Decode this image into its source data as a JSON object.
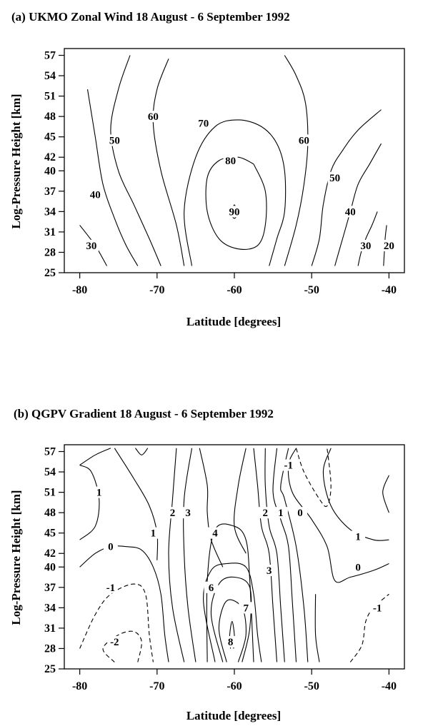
{
  "chart_data": [
    {
      "type": "contour",
      "title": "(a)  UKMO Zonal Wind   18 August - 6 September 1992",
      "xlabel": "Latitude [degrees]",
      "ylabel": "Log-Pressure Height [km]",
      "xlim": [
        -82,
        -38
      ],
      "ylim": [
        25,
        58
      ],
      "xticks": [
        "-80",
        "-70",
        "-60",
        "-50",
        "-40"
      ],
      "yticks": [
        "25",
        "28",
        "31",
        "34",
        "37",
        "40",
        "42",
        "45",
        "48",
        "51",
        "54",
        "57"
      ],
      "contour_labels": [
        {
          "text": "60",
          "lat": -70.5,
          "z": 48
        },
        {
          "text": "70",
          "lat": -64,
          "z": 47
        },
        {
          "text": "50",
          "lat": -75.5,
          "z": 44.5
        },
        {
          "text": "60",
          "lat": -51,
          "z": 44.5
        },
        {
          "text": "80",
          "lat": -60.5,
          "z": 41.5
        },
        {
          "text": "50",
          "lat": -47,
          "z": 39
        },
        {
          "text": "40",
          "lat": -78,
          "z": 36.5
        },
        {
          "text": "90",
          "lat": -60,
          "z": 34
        },
        {
          "text": "40",
          "lat": -45,
          "z": 34
        },
        {
          "text": "30",
          "lat": -78.5,
          "z": 29
        },
        {
          "text": "30",
          "lat": -43,
          "z": 29
        },
        {
          "text": "20",
          "lat": -40,
          "z": 29
        }
      ],
      "contours": [
        {
          "level": 20,
          "lat": [
            -40.7,
            -40.6,
            -40.5,
            -40.3
          ],
          "z": [
            26,
            28,
            30,
            32
          ],
          "dashed": false
        },
        {
          "level": 30,
          "lat": [
            -80,
            -78,
            -76.5
          ],
          "z": [
            32,
            29,
            26
          ],
          "dashed": false
        },
        {
          "level": 30,
          "lat": [
            -44,
            -43.6,
            -43,
            -42.2,
            -41.5
          ],
          "z": [
            26,
            28,
            30,
            32,
            34
          ],
          "dashed": false
        },
        {
          "level": 40,
          "lat": [
            -79,
            -78,
            -77,
            -75.5,
            -74,
            -72.5
          ],
          "z": [
            52,
            45,
            38,
            33,
            29,
            26
          ],
          "dashed": false
        },
        {
          "level": 40,
          "lat": [
            -47,
            -46,
            -45,
            -44,
            -42.5,
            -41
          ],
          "z": [
            26,
            30,
            34,
            38,
            41,
            44
          ],
          "dashed": false
        },
        {
          "level": 50,
          "lat": [
            -73.5,
            -75,
            -76,
            -75,
            -73,
            -71,
            -69.5
          ],
          "z": [
            57,
            52,
            46,
            40,
            35,
            30,
            26
          ],
          "dashed": false
        },
        {
          "level": 50,
          "lat": [
            -50,
            -49,
            -48.5,
            -47.5,
            -46,
            -44,
            -41
          ],
          "z": [
            26,
            30,
            35,
            40,
            43,
            46,
            49
          ],
          "dashed": false
        },
        {
          "level": 60,
          "lat": [
            -68.5,
            -70,
            -70.5,
            -69.5,
            -67.5,
            -66.5
          ],
          "z": [
            56.5,
            52,
            47,
            40,
            32,
            26
          ],
          "dashed": false
        },
        {
          "level": 60,
          "lat": [
            -53.5,
            -52,
            -51,
            -50.5,
            -50.8,
            -52,
            -53.5
          ],
          "z": [
            26,
            32,
            38,
            44,
            50,
            54,
            57
          ],
          "dashed": false
        },
        {
          "level": 70,
          "lat": [
            -65.5,
            -66.5,
            -65,
            -62.5,
            -59.5,
            -56.5,
            -54.5,
            -53.5,
            -53.5,
            -54.5,
            -55.5
          ],
          "z": [
            26,
            34,
            42,
            46.5,
            47.5,
            46.5,
            44,
            40,
            34,
            30,
            26
          ],
          "dashed": false
        },
        {
          "level": 80,
          "lat": [
            -57.5,
            -59.5,
            -62,
            -63.5,
            -63.5,
            -62,
            -59.5,
            -57,
            -56,
            -56,
            -57.5
          ],
          "z": [
            41,
            42,
            41.5,
            39,
            34,
            30,
            28.5,
            29,
            32,
            37,
            41
          ],
          "dashed": false
        },
        {
          "level": 90,
          "lat": [
            -60,
            -60.5,
            -60,
            -59.5,
            -60
          ],
          "z": [
            35,
            34,
            33,
            34,
            35
          ],
          "dashed": false
        }
      ]
    },
    {
      "type": "contour",
      "title": "(b) QGPV Gradient   18 August - 6 September 1992",
      "xlabel": "Latitude [degrees]",
      "ylabel": "Log-Pressure Height [km]",
      "xlim": [
        -82,
        -38
      ],
      "ylim": [
        25,
        58
      ],
      "xticks": [
        "-80",
        "-70",
        "-60",
        "-50",
        "-40"
      ],
      "yticks": [
        "25",
        "28",
        "31",
        "34",
        "37",
        "40",
        "42",
        "45",
        "48",
        "51",
        "54",
        "57"
      ],
      "contour_labels": [
        {
          "text": "-1",
          "lat": -53,
          "z": 55
        },
        {
          "text": "1",
          "lat": -77.5,
          "z": 51
        },
        {
          "text": "2",
          "lat": -68,
          "z": 48
        },
        {
          "text": "3",
          "lat": -66,
          "z": 48
        },
        {
          "text": "2",
          "lat": -56,
          "z": 48
        },
        {
          "text": "1",
          "lat": -54,
          "z": 48
        },
        {
          "text": "0",
          "lat": -51.5,
          "z": 48
        },
        {
          "text": "1",
          "lat": -70.5,
          "z": 45
        },
        {
          "text": "4",
          "lat": -62.5,
          "z": 45
        },
        {
          "text": "1",
          "lat": -44,
          "z": 44.5
        },
        {
          "text": "0",
          "lat": -76,
          "z": 43
        },
        {
          "text": "3",
          "lat": -55.5,
          "z": 39.5
        },
        {
          "text": "0",
          "lat": -44,
          "z": 40
        },
        {
          "text": "6",
          "lat": -63,
          "z": 37
        },
        {
          "text": "-1",
          "lat": -76,
          "z": 37
        },
        {
          "text": "7",
          "lat": -58.5,
          "z": 34
        },
        {
          "text": "-1",
          "lat": -41.5,
          "z": 34
        },
        {
          "text": "-2",
          "lat": -75.5,
          "z": 29
        },
        {
          "text": "8",
          "lat": -60.5,
          "z": 29
        }
      ],
      "contours": [
        {
          "level": 1,
          "lat": [
            -80,
            -78,
            -76
          ],
          "z": [
            55,
            56.5,
            57.5
          ],
          "dashed": false
        },
        {
          "level": 1,
          "lat": [
            -72.8,
            -72,
            -71.2
          ],
          "z": [
            57.5,
            56.5,
            57.5
          ],
          "dashed": false
        },
        {
          "level": 1,
          "lat": [
            -80,
            -78,
            -77.5,
            -78.5,
            -80
          ],
          "z": [
            44,
            46,
            50,
            54,
            55
          ],
          "dashed": false
        },
        {
          "level": 1,
          "lat": [
            -75.5,
            -73,
            -71,
            -70,
            -70
          ],
          "z": [
            57.5,
            53,
            49,
            45,
            41
          ],
          "dashed": false
        },
        {
          "level": 0,
          "lat": [
            -80,
            -78,
            -76,
            -74,
            -72,
            -70.5,
            -69.5,
            -69,
            -68.5
          ],
          "z": [
            40,
            42,
            43,
            43,
            42.5,
            40,
            36,
            30,
            26
          ],
          "dashed": false
        },
        {
          "level": -1,
          "lat": [
            -80,
            -78,
            -76,
            -73,
            -71.5,
            -71,
            -70.5
          ],
          "z": [
            28,
            33,
            36,
            37.5,
            36,
            30,
            26
          ],
          "dashed": true
        },
        {
          "level": -2,
          "lat": [
            -75.5,
            -77,
            -75,
            -73,
            -72,
            -72.5
          ],
          "z": [
            26,
            28,
            30,
            30.5,
            29,
            26
          ],
          "dashed": true
        },
        {
          "level": 2,
          "lat": [
            -66.5,
            -68,
            -68.5,
            -68,
            -67.5
          ],
          "z": [
            26,
            34,
            42,
            50,
            57.5
          ],
          "dashed": false
        },
        {
          "level": 3,
          "lat": [
            -65,
            -66,
            -66.5,
            -66.5,
            -65.5
          ],
          "z": [
            26,
            34,
            42,
            50,
            57.5
          ],
          "dashed": false
        },
        {
          "level": 3,
          "lat": [
            -64.5,
            -63.5,
            -63.5,
            -63,
            -61.5
          ],
          "z": [
            57.5,
            52,
            48,
            44,
            40
          ],
          "dashed": false
        },
        {
          "level": 4,
          "lat": [
            -63.5,
            -63.5,
            -62.5,
            -60,
            -58.5,
            -58,
            -57.5
          ],
          "z": [
            26,
            38,
            45.5,
            46,
            44,
            38,
            26
          ],
          "dashed": false
        },
        {
          "level": 5,
          "lat": [
            -62.5,
            -64,
            -63,
            -61,
            -58.5,
            -57.5,
            -57,
            -56.5
          ],
          "z": [
            26,
            35,
            39.5,
            40.5,
            40,
            36,
            30,
            26
          ],
          "dashed": false
        },
        {
          "level": 6,
          "lat": [
            -61.5,
            -63,
            -62,
            -60,
            -58,
            -58,
            -59
          ],
          "z": [
            26,
            33,
            37.5,
            38.5,
            37,
            31,
            26
          ],
          "dashed": false
        },
        {
          "level": 7,
          "lat": [
            -61,
            -62,
            -61,
            -59,
            -58.5,
            -59.5
          ],
          "z": [
            26,
            31,
            35,
            34,
            30,
            26
          ],
          "dashed": false
        },
        {
          "level": 8,
          "lat": [
            -60.5,
            -60.6,
            -60.3,
            -60,
            -60.1
          ],
          "z": [
            28,
            30,
            32,
            30,
            28
          ],
          "dashed": false
        },
        {
          "level": 5,
          "lat": [
            -58.5,
            -59.5,
            -60,
            -58.5
          ],
          "z": [
            57.5,
            52,
            46,
            42
          ],
          "dashed": false
        },
        {
          "level": 4,
          "lat": [
            -57.5,
            -57,
            -56.5,
            -55.5,
            -55,
            -54.5
          ],
          "z": [
            57.5,
            52,
            46,
            42,
            34,
            26
          ],
          "dashed": false
        },
        {
          "level": 3,
          "lat": [
            -56,
            -56,
            -55.5,
            -54.5,
            -54,
            -53.5
          ],
          "z": [
            57.5,
            52,
            46,
            42,
            34,
            26
          ],
          "dashed": false
        },
        {
          "level": 2,
          "lat": [
            -54.5,
            -55,
            -54,
            -53,
            -52.5,
            -52
          ],
          "z": [
            57.5,
            51,
            47,
            43,
            35,
            26
          ],
          "dashed": false
        },
        {
          "level": 1,
          "lat": [
            -53,
            -54,
            -53.5,
            -52,
            -51,
            -50.5
          ],
          "z": [
            57.5,
            52,
            50,
            43,
            34,
            26
          ],
          "dashed": false
        },
        {
          "level": 0,
          "lat": [
            -52,
            -53,
            -52.5,
            -50,
            -48,
            -47,
            -45,
            -42,
            -40
          ],
          "z": [
            57.5,
            55,
            51,
            47,
            43,
            38,
            38.5,
            39.5,
            40.5
          ],
          "dashed": false
        },
        {
          "level": 0,
          "lat": [
            -49,
            -49.5,
            -49.5
          ],
          "z": [
            26,
            30,
            36
          ],
          "dashed": false
        },
        {
          "level": -1,
          "lat": [
            -52,
            -51,
            -49,
            -48,
            -47.5,
            -48
          ],
          "z": [
            57.5,
            54,
            50,
            49,
            52,
            57.5
          ],
          "dashed": true
        },
        {
          "level": 1,
          "lat": [
            -47.5,
            -48.5,
            -47.5,
            -45,
            -42,
            -40
          ],
          "z": [
            57.5,
            54,
            49,
            45.5,
            44,
            44
          ],
          "dashed": false
        },
        {
          "level": 1,
          "lat": [
            -40,
            -40.8,
            -40
          ],
          "z": [
            53.5,
            51,
            48
          ],
          "dashed": false
        },
        {
          "level": -1,
          "lat": [
            -45,
            -43.5,
            -43,
            -42,
            -40
          ],
          "z": [
            26,
            28.5,
            32,
            34,
            36
          ],
          "dashed": true
        }
      ]
    }
  ]
}
